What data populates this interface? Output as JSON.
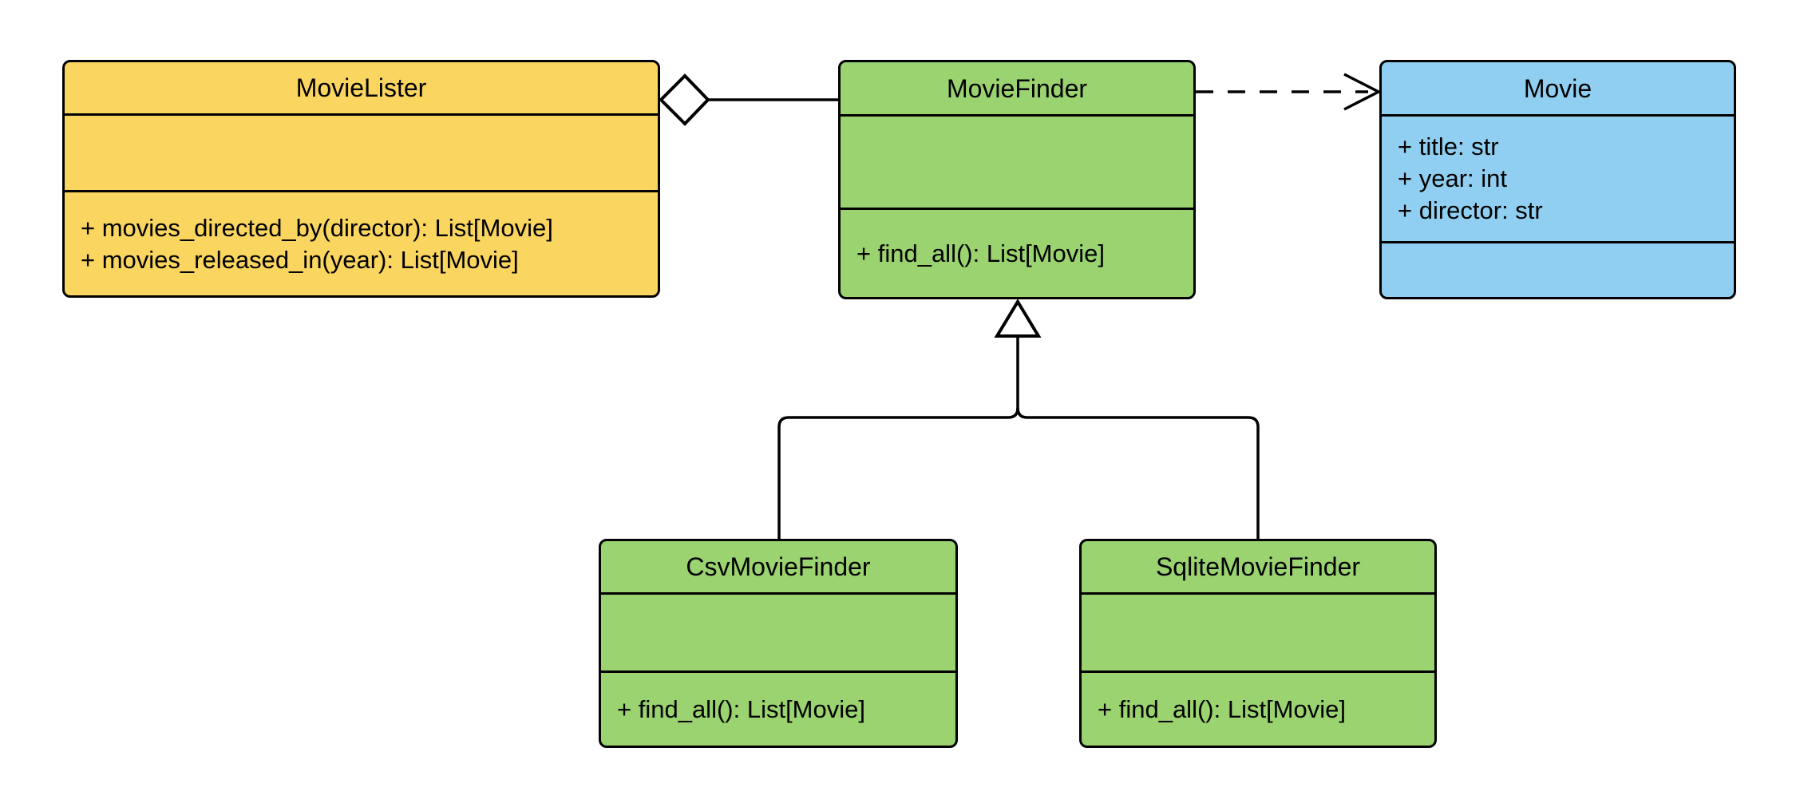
{
  "diagram": {
    "kind": "UML class diagram",
    "background_color": "#ffffff",
    "line_color": "#000000",
    "classes": [
      {
        "name": "MovieLister",
        "fill": "#FAD55F",
        "attributes": [],
        "methods": [
          "+ movies_directed_by(director): List[Movie]",
          "+ movies_released_in(year): List[Movie]"
        ]
      },
      {
        "name": "MovieFinder",
        "fill": "#9AD36F",
        "attributes": [],
        "methods": [
          "+ find_all(): List[Movie]"
        ]
      },
      {
        "name": "Movie",
        "fill": "#90CFF1",
        "attributes": [
          "+ title: str",
          "+ year: int",
          "+ director: str"
        ],
        "methods": []
      },
      {
        "name": "CsvMovieFinder",
        "fill": "#9AD36F",
        "attributes": [],
        "methods": [
          "+ find_all(): List[Movie]"
        ]
      },
      {
        "name": "SqliteMovieFinder",
        "fill": "#9AD36F",
        "attributes": [],
        "methods": [
          "+ find_all(): List[Movie]"
        ]
      }
    ],
    "relationships": [
      {
        "type": "aggregation",
        "from": "MovieLister",
        "to": "MovieFinder",
        "marker": "hollow-diamond"
      },
      {
        "type": "dependency",
        "from": "MovieFinder",
        "to": "Movie",
        "marker": "open-arrow-dashed"
      },
      {
        "type": "inheritance",
        "from": "CsvMovieFinder",
        "to": "MovieFinder",
        "marker": "hollow-triangle"
      },
      {
        "type": "inheritance",
        "from": "SqliteMovieFinder",
        "to": "MovieFinder",
        "marker": "hollow-triangle"
      }
    ]
  }
}
